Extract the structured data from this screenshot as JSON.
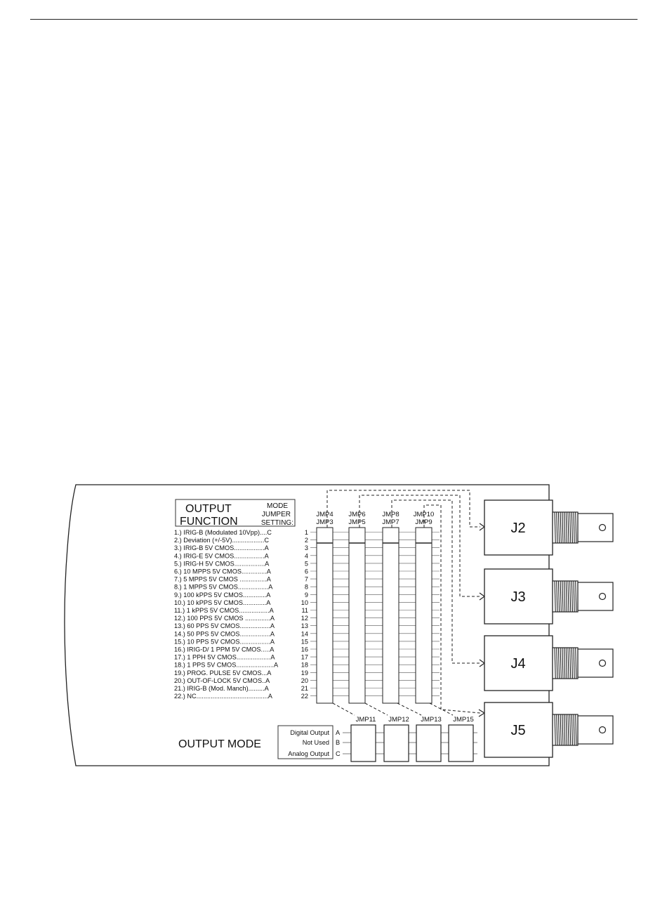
{
  "title_box": {
    "title_line1": "OUTPUT",
    "title_line2": "FUNCTION",
    "mode_line1": "MODE",
    "mode_line2": "JUMPER",
    "mode_line3": "SETTING:"
  },
  "functions": [
    "1.)  IRIG-B (Modulated 10Vpp)....C",
    "2.)  Deviation (+/-5V)..................C",
    "3.)  IRIG-B 5V CMOS.................A",
    "4.)  IRIG-E 5V CMOS.................A",
    "5.)  IRIG-H 5V CMOS.................A",
    "6.)  10 MPPS 5V CMOS..............A",
    "7.)  5 MPPS 5V CMOS ...............A",
    "8.)  1 MPPS 5V CMOS.................A",
    "9.)  100 kPPS 5V CMOS.............A",
    "10.) 10  kPPS 5V CMOS.............A",
    "11.) 1 kPPS 5V CMOS.................A",
    "12.) 100 PPS 5V CMOS ..............A",
    "13.) 60 PPS 5V CMOS.................A",
    "14.) 50 PPS 5V CMOS.................A",
    "15.) 10 PPS 5V CMOS.................A",
    "16.) IRIG-D/ 1 PPM 5V CMOS.....A",
    "17.) 1 PPH 5V CMOS...................A",
    "18.) 1 PPS 5V CMOS.....................A",
    "19.) PROG. PULSE 5V CMOS...A",
    "20.) OUT-OF-LOCK 5V CMOS..A",
    "21.) IRIG-B (Mod. Manch).........A",
    "22.) NC........................................A"
  ],
  "row_numbers": [
    "1",
    "2",
    "3",
    "4",
    "5",
    "6",
    "7",
    "8",
    "9",
    "10",
    "11",
    "12",
    "13",
    "14",
    "15",
    "16",
    "17",
    "18",
    "19",
    "20",
    "21",
    "22"
  ],
  "jumper_columns": [
    {
      "top": "JMP4",
      "bottom": "JMP3"
    },
    {
      "top": "JMP6",
      "bottom": "JMP5"
    },
    {
      "top": "JMP8",
      "bottom": "JMP7"
    },
    {
      "top": "JMP10",
      "bottom": "JMP9"
    }
  ],
  "connectors": [
    "J2",
    "J3",
    "J4",
    "J5"
  ],
  "output_mode": {
    "label": "OUTPUT MODE",
    "options": [
      "Digital Output",
      "Not Used",
      "Analog Output"
    ],
    "letters": [
      "A",
      "B",
      "C"
    ],
    "jumpers": [
      "JMP11",
      "JMP12",
      "JMP13",
      "JMP15"
    ]
  }
}
